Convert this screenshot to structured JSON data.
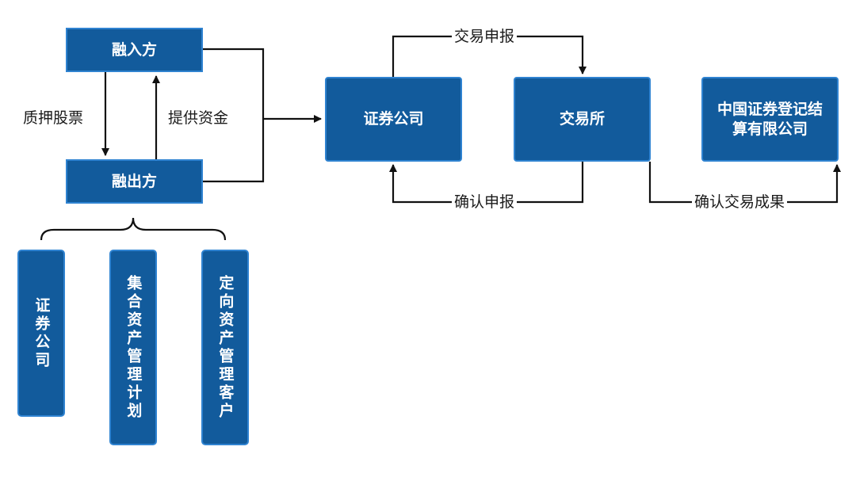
{
  "nodes": {
    "borrower": "融入方",
    "lender": "融出方",
    "securities_company": "证券公司",
    "exchange": "交易所",
    "csdc": "中国证券登记结算有限公司",
    "lender_types": [
      "证券公司",
      "集合资产管理计划",
      "定向资产管理客户"
    ]
  },
  "edges": {
    "pledge_stock": "质押股票",
    "provide_funds": "提供资金",
    "trade_declaration": "交易申报",
    "confirm_declaration": "确认申报",
    "confirm_trade_result": "确认交易成果"
  },
  "colors": {
    "box_fill": "#125b9c",
    "box_border": "#2f83d1",
    "box_text": "#ffffff",
    "line": "#111111"
  }
}
